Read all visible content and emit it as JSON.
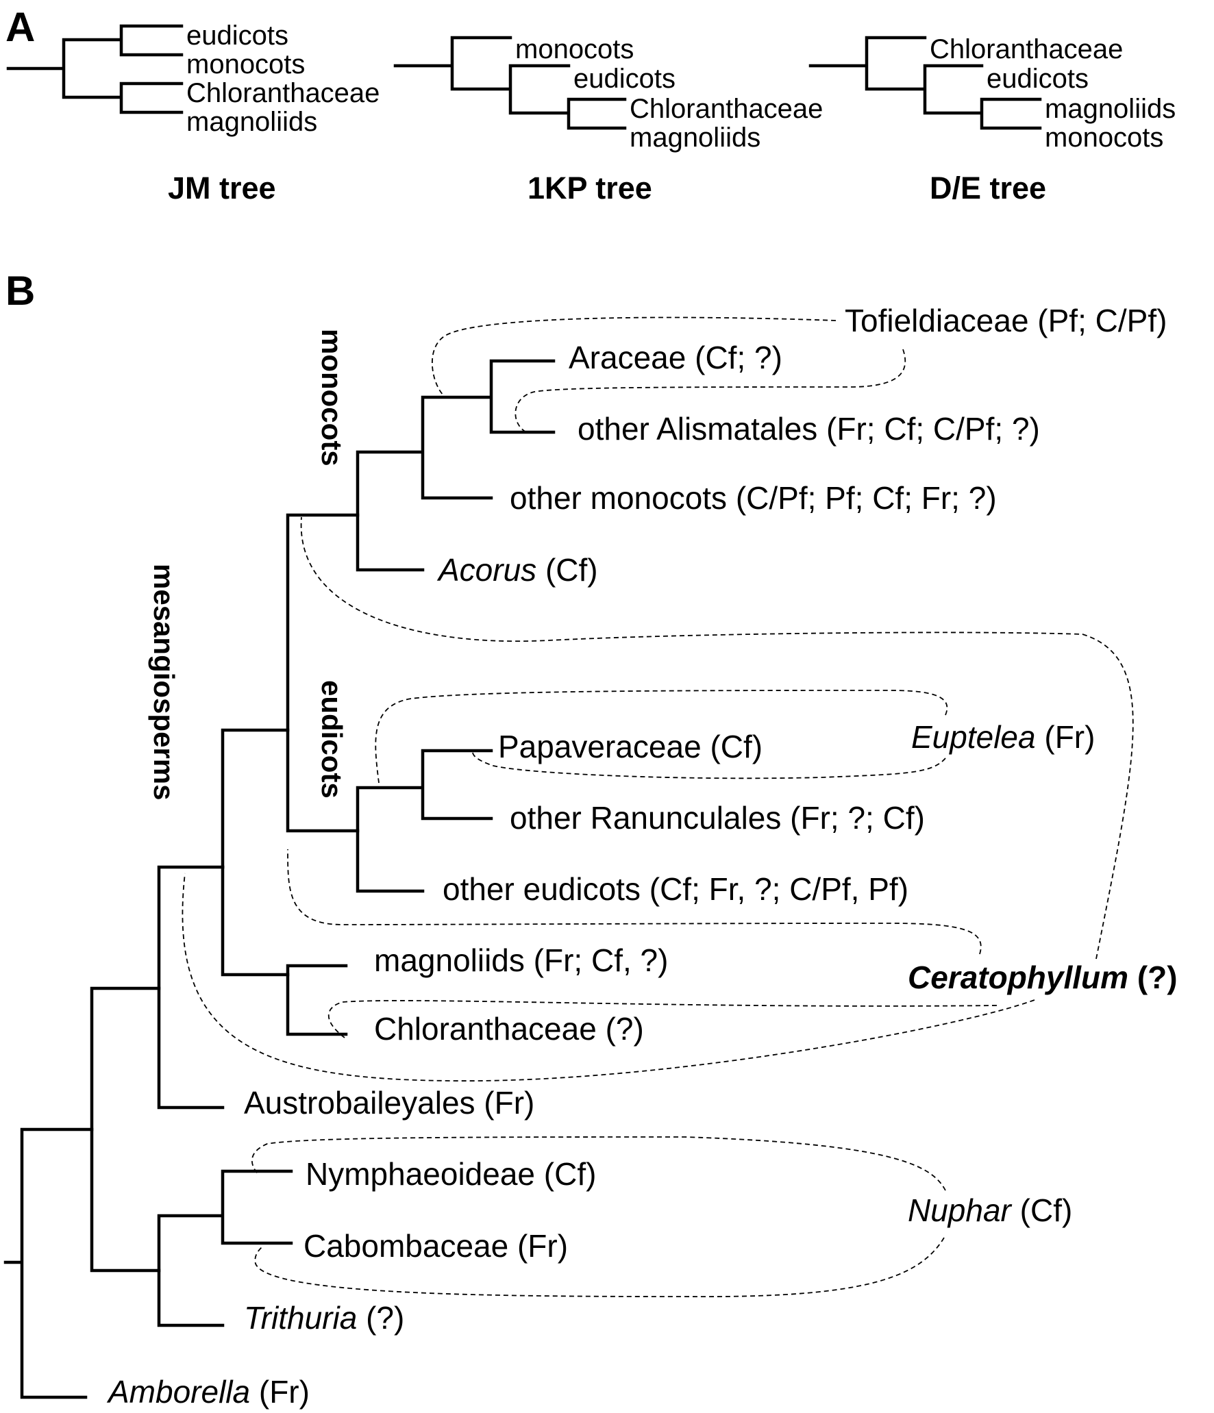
{
  "panel_a": {
    "label": "A",
    "trees": [
      {
        "title": "JM tree",
        "taxa": [
          "eudicots",
          "monocots",
          "Chloranthaceae",
          "magnoliids"
        ]
      },
      {
        "title": "1KP tree",
        "taxa": [
          "monocots",
          "eudicots",
          "Chloranthaceae",
          "magnoliids"
        ]
      },
      {
        "title": "D/E tree",
        "taxa": [
          "Chloranthaceae",
          "eudicots",
          "magnoliids",
          "monocots"
        ]
      }
    ]
  },
  "panel_b": {
    "label": "B",
    "clades": {
      "monocots": "monocots",
      "eudicots": "eudicots",
      "mesangiosperms": "mesangiosperms"
    },
    "taxa": {
      "tofieldiaceae": {
        "name": "Tofieldiaceae",
        "codes": " (Pf; C/Pf)"
      },
      "araceae": {
        "name": "Araceae",
        "codes": " (Cf; ?)"
      },
      "other_alismatales": {
        "name": "other Alismatales",
        "codes": " (Fr; Cf; C/Pf; ?)"
      },
      "other_monocots": {
        "name": "other monocots",
        "codes": " (C/Pf; Pf; Cf; Fr; ?)"
      },
      "acorus": {
        "name": "Acorus",
        "codes": " (Cf)"
      },
      "euptelea": {
        "name": "Euptelea",
        "codes": " (Fr)"
      },
      "papaveraceae": {
        "name": "Papaveraceae",
        "codes": " (Cf)"
      },
      "other_ranunculales": {
        "name": "other Ranunculales",
        "codes": " (Fr; ?; Cf)"
      },
      "other_eudicots": {
        "name": "other eudicots",
        "codes": " (Cf; Fr, ?; C/Pf, Pf)"
      },
      "magnoliids": {
        "name": "magnoliids",
        "codes": " (Fr; Cf, ?)"
      },
      "ceratophyllum": {
        "name": "Ceratophyllum",
        "codes": " (?)"
      },
      "chloranthaceae": {
        "name": "Chloranthaceae",
        "codes": " (?)"
      },
      "austrobaileyales": {
        "name": "Austrobaileyales",
        "codes": " (Fr)"
      },
      "nymphaeoideae": {
        "name": "Nymphaeoideae",
        "codes": " (Cf)"
      },
      "nuphar": {
        "name": "Nuphar",
        "codes": " (Cf)"
      },
      "cabombaceae": {
        "name": "Cabombaceae",
        "codes": " (Fr)"
      },
      "trithuria": {
        "name": "Trithuria",
        "codes": " (?)"
      },
      "amborella": {
        "name": "Amborella",
        "codes": " (Fr)"
      }
    }
  }
}
